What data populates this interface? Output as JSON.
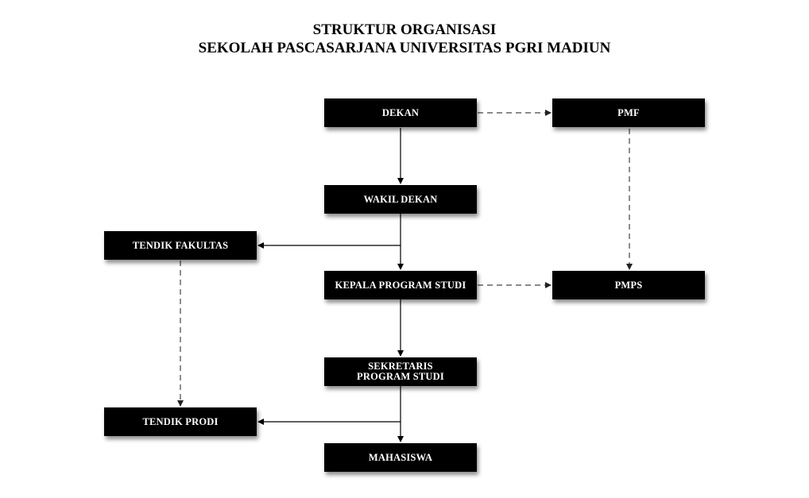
{
  "title": {
    "line1": "STRUKTUR ORGANISASI",
    "line2": "SEKOLAH PASCASARJANA UNIVERSITAS PGRI MADIUN"
  },
  "nodes": {
    "dekan": "DEKAN",
    "pmf": "PMF",
    "wakil_dekan": "WAKIL DEKAN",
    "tendik_fakultas": "TENDIK FAKULTAS",
    "kepala_program_studi": "KEPALA PROGRAM STUDI",
    "pmps": "PMPS",
    "sekretaris_program_studi": "SEKRETARIS PROGRAM STUDI",
    "tendik_prodi": "TENDIK PRODI",
    "mahasiswa": "MAHASISWA"
  },
  "edges": [
    {
      "from": "dekan",
      "to": "pmf",
      "style": "dashed"
    },
    {
      "from": "dekan",
      "to": "wakil_dekan",
      "style": "solid"
    },
    {
      "from": "wakil_dekan",
      "to": "tendik_fakultas",
      "style": "solid"
    },
    {
      "from": "wakil_dekan",
      "to": "kepala_program_studi",
      "style": "solid"
    },
    {
      "from": "pmf",
      "to": "pmps",
      "style": "dashed"
    },
    {
      "from": "kepala_program_studi",
      "to": "pmps",
      "style": "dashed"
    },
    {
      "from": "kepala_program_studi",
      "to": "sekretaris_program_studi",
      "style": "solid"
    },
    {
      "from": "tendik_fakultas",
      "to": "tendik_prodi",
      "style": "dashed"
    },
    {
      "from": "sekretaris_program_studi",
      "to": "tendik_prodi",
      "style": "solid"
    },
    {
      "from": "sekretaris_program_studi",
      "to": "mahasiswa",
      "style": "solid"
    }
  ]
}
